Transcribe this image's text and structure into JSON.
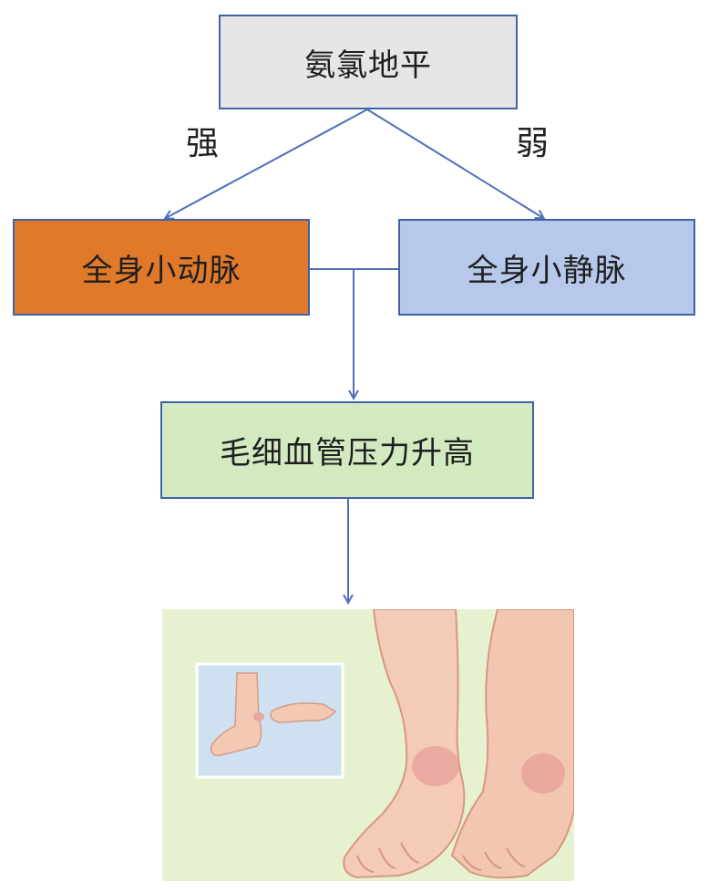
{
  "diagram": {
    "top_box": {
      "label": "氨氯地平",
      "color": "#e6e6e6"
    },
    "edge_left": {
      "label": "强"
    },
    "edge_right": {
      "label": "弱"
    },
    "left_box": {
      "label": "全身小动脉",
      "color": "#e07a2a"
    },
    "right_box": {
      "label": "全身小静脉",
      "color": "#b7c8ea"
    },
    "result_box": {
      "label": "毛细血管压力升高",
      "color": "#d3eac1"
    }
  },
  "illustration": {
    "name": "ankle-edema",
    "inset": "finger-press-ankle"
  },
  "colors": {
    "arrow": "#4f6fb8",
    "border": "#3f63a8",
    "background_illus": "#e6f2cf"
  }
}
